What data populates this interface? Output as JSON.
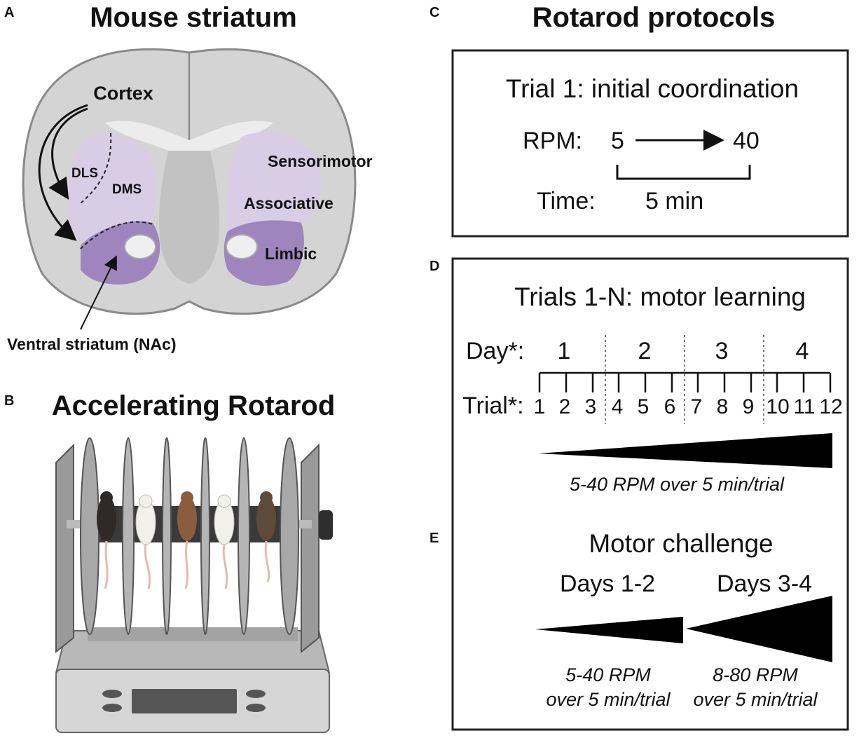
{
  "panelA": {
    "letter": "A",
    "title": "Mouse striatum",
    "cortex": "Cortex",
    "dls": "DLS",
    "dms": "DMS",
    "sensorimotor": "Sensorimotor",
    "associative": "Associative",
    "limbic": "Limbic",
    "ventral": "Ventral striatum (NAc)"
  },
  "panelB": {
    "letter": "B",
    "title": "Accelerating Rotarod"
  },
  "panelC": {
    "letter": "C",
    "title": "Rotarod protocols",
    "heading": "Trial 1: initial coordination",
    "rpm_label": "RPM:",
    "rpm_start": "5",
    "rpm_end": "40",
    "time_label": "Time:",
    "time_value": "5 min"
  },
  "panelD": {
    "letter": "D",
    "heading": "Trials 1-N: motor learning",
    "day_label": "Day*:",
    "days": [
      "1",
      "2",
      "3",
      "4"
    ],
    "trial_label": "Trial*:",
    "trials": [
      "1",
      "2",
      "3",
      "4",
      "5",
      "6",
      "7",
      "8",
      "9",
      "10",
      "11",
      "12"
    ],
    "caption": "5-40 RPM over 5 min/trial"
  },
  "panelE": {
    "letter": "E",
    "heading": "Motor challenge",
    "left_label": "Days 1-2",
    "right_label": "Days 3-4",
    "left_caption_1": "5-40 RPM",
    "left_caption_2": "over 5 min/trial",
    "right_caption_1": "8-80 RPM",
    "right_caption_2": "over 5 min/trial"
  },
  "colors": {
    "brain_gray": "#d4d4d4",
    "brain_outline": "#8a8a8a",
    "striatum_light": "#d9cde6",
    "striatum_dark": "#9e85bd",
    "rod": "#3a3a3a",
    "machine": "#c7c7c7"
  }
}
